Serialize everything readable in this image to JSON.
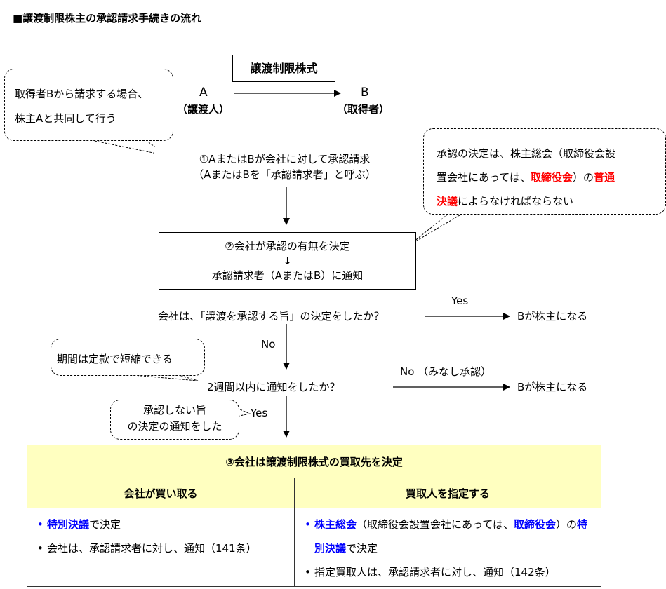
{
  "title": "■譲渡制限株主の承認請求手続きの流れ",
  "transfer": {
    "stock_label": "譲渡制限株式",
    "a_letter": "A",
    "a_role": "（譲渡人）",
    "b_letter": "B",
    "b_role": "（取得者）"
  },
  "callout_joint": {
    "line1": "取得者Bから請求する場合、",
    "line2": "株主Aと共同して行う"
  },
  "step1": {
    "line1": "①AまたはBが会社に対して承認請求",
    "line2": "（AまたはBを「承認請求者」と呼ぶ）"
  },
  "callout_resolution": {
    "t1": "承認の決定は、株主総会（取締役会設",
    "t2": "置会社にあっては、",
    "t3": "取締役会",
    "t4": "）の",
    "t5": "普通",
    "t6": "決議",
    "t7": "によらなければならない"
  },
  "step2": {
    "line1": "②会社が承認の有無を決定",
    "arrow": "↓",
    "line2": "承認請求者（AまたはB）に通知"
  },
  "question1": {
    "text": "会社は、「譲渡を承認する旨」の決定をしたか？",
    "yes_label": "Yes",
    "yes_result": "Bが株主になる",
    "no_label": "No"
  },
  "callout_period": {
    "text": "期間は定款で短縮できる"
  },
  "question2": {
    "text": "2週間以内に通知をしたか？",
    "no_label": "No （みなし承認）",
    "no_result": "Bが株主になる",
    "yes_label": "Yes"
  },
  "callout_notice": {
    "line1": "承認しない旨",
    "line2": "の決定の通知をした"
  },
  "step3": {
    "title": "③会社は譲渡制限株式の買取先を決定",
    "left": {
      "header": "会社が買い取る",
      "b1_blue": "特別決議",
      "b1_rest": "で決定",
      "b2": "会社は、承認請求者に対し、通知（141条）"
    },
    "right": {
      "header": "買取人を指定する",
      "b1_blue1": "株主総会",
      "b1_t2": "（取締役会設置会社にあっては、",
      "b1_blue2": "取締役会",
      "b1_t3": "）の",
      "b1_blue3": "特別決議",
      "b1_t4": "で決定",
      "b2": "指定買取人は、承認請求者に対し、通知（142条）"
    }
  },
  "colors": {
    "highlight_blue": "#0000ff",
    "highlight_red": "#ff0000",
    "table_header": "#ffffc0"
  }
}
